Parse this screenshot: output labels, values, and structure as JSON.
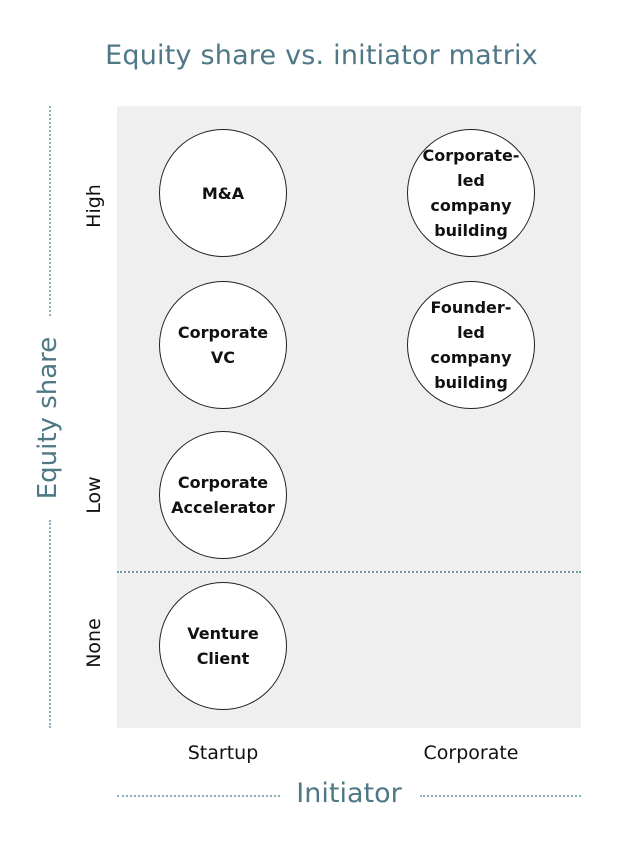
{
  "title": "Equity share vs. initiator matrix",
  "y_axis": {
    "label": "Equity share",
    "levels": [
      "High",
      "Low",
      "None"
    ]
  },
  "x_axis": {
    "label": "Initiator",
    "categories": [
      "Startup",
      "Corporate"
    ]
  },
  "bubbles": [
    {
      "text": "M&A",
      "initiator": "Startup",
      "equity_share": "High"
    },
    {
      "text": "Corporate\nVC",
      "initiator": "Startup",
      "equity_share": "High-Low"
    },
    {
      "text": "Corporate\nAccelerator",
      "initiator": "Startup",
      "equity_share": "Low"
    },
    {
      "text": "Venture\nClient",
      "initiator": "Startup",
      "equity_share": "None"
    },
    {
      "text": "Corporate-\nled company\nbuilding",
      "initiator": "Corporate",
      "equity_share": "High"
    },
    {
      "text": "Founder-\nled company\nbuilding",
      "initiator": "Corporate",
      "equity_share": "High-Low"
    }
  ],
  "colors": {
    "accent": "#4e7886",
    "panel": "#efefef",
    "dots": "#8fb0ba"
  }
}
